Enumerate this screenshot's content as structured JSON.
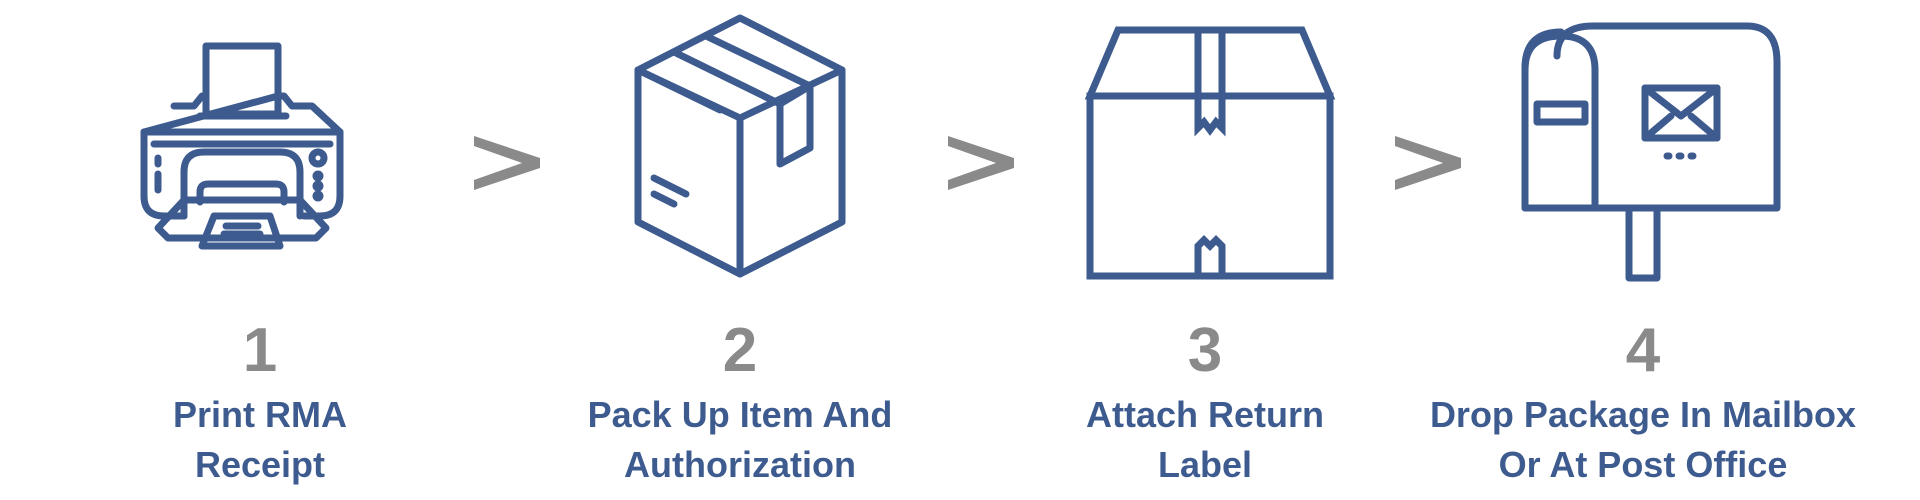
{
  "colors": {
    "icon_stroke": "#3d5b8e",
    "label_text": "#3d5b8e",
    "number_text": "#8a8a8a",
    "arrow_fill": "#8a8a8a",
    "background": "#ffffff"
  },
  "steps": [
    {
      "number": "1",
      "label_line1": "Print RMA",
      "label_line2": "Receipt",
      "icon": "printer-icon"
    },
    {
      "number": "2",
      "label_line1": "Pack Up Item And",
      "label_line2": "Authorization",
      "icon": "box-icon"
    },
    {
      "number": "3",
      "label_line1": "Attach Return",
      "label_line2": "Label",
      "icon": "package-label-icon"
    },
    {
      "number": "4",
      "label_line1": "Drop Package In Mailbox",
      "label_line2": "Or At Post Office",
      "icon": "mailbox-icon"
    }
  ],
  "connectors": [
    {
      "glyph": ">",
      "icon": "chevron-right-icon"
    },
    {
      "glyph": ">",
      "icon": "chevron-right-icon"
    },
    {
      "glyph": ">",
      "icon": "chevron-right-icon"
    }
  ]
}
